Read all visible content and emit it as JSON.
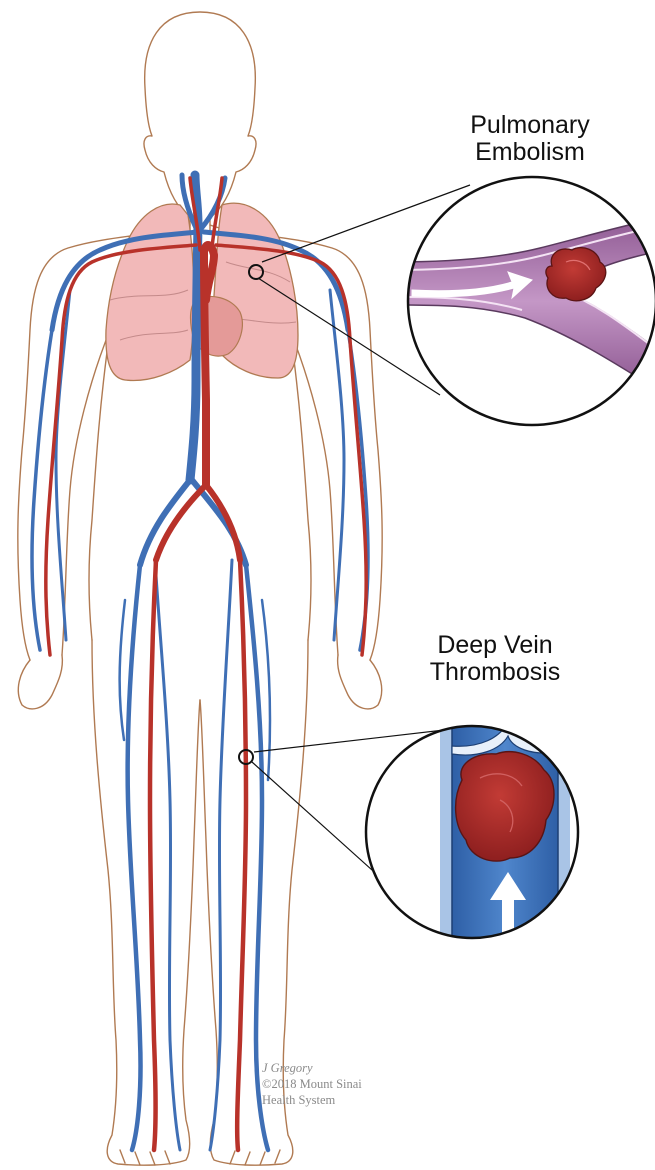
{
  "callouts": {
    "pulmonary_embolism": {
      "line1": "Pulmonary",
      "line2": "Embolism"
    },
    "deep_vein_thrombosis": {
      "line1": "Deep Vein",
      "line2": "Thrombosis"
    }
  },
  "credit": {
    "artist": "J Gregory",
    "copyright": "©2018 Mount Sinai",
    "org": "Health System"
  },
  "colors": {
    "outline": "#b07a52",
    "vein": "#3f6fb5",
    "artery": "#b8322a",
    "lung": "#f2b9b9",
    "clot": "#a52a2a",
    "vessel_wall_purple": "#b784b9"
  }
}
